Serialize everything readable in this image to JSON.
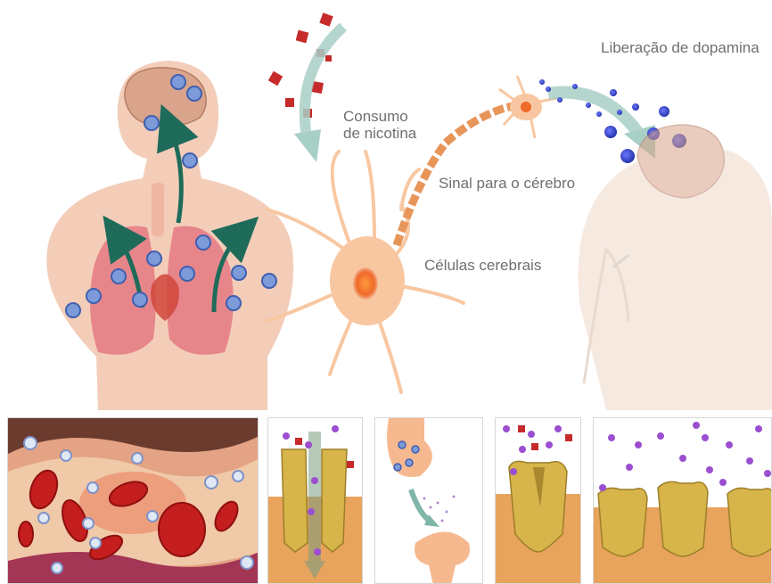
{
  "labels": {
    "dopamine_release": "Liberação de dopamina",
    "nicotine_line1": "Consumo",
    "nicotine_line2": "de nicotina",
    "signal": "Sinal para o cérebro",
    "brain_cells": "Células cerebrais"
  },
  "colors": {
    "skin": "#f3cdb8",
    "lung": "#e7868a",
    "brain": "#d9a48b",
    "arrow_green": "#1f6b5a",
    "neuron": "#f8c7a1",
    "nicotine": "#c62a2a",
    "dopamine": "#2d3fbf",
    "receptor": "#d7b54a",
    "membrane": "#e8a35c",
    "blood": "#c51e1e",
    "purple": "#9b4fd0"
  }
}
